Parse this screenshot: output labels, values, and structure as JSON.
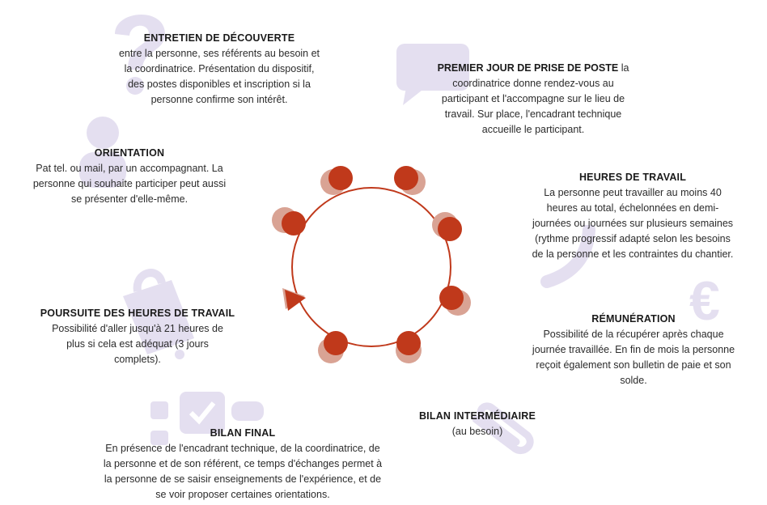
{
  "colors": {
    "accent": "#c0391b",
    "accent_shadow": "#d9a394",
    "decoration": "#e4dff0"
  },
  "steps": {
    "entretien": {
      "title": "ENTRETIEN DE DÉCOUVERTE",
      "lines": [
        "entre la personne, ses référents au besoin et",
        "la coordinatrice. Présentation du dispositif,",
        "des postes disponibles et inscription si la",
        "personne confirme son intérêt."
      ]
    },
    "premier_jour": {
      "title": "PREMIER JOUR DE PRISE DE POSTE",
      "first_line_rest": " la",
      "lines": [
        "coordinatrice donne rendez-vous au",
        "participant et l'accompagne sur le lieu de",
        "travail. Sur place, l'encadrant technique",
        "accueille le participant."
      ]
    },
    "orientation": {
      "title": "ORIENTATION",
      "lines": [
        "Pat tel. ou mail, par un accompagnant. La",
        "personne qui souhaite participer peut aussi",
        "se présenter d'elle-même."
      ]
    },
    "heures": {
      "title": "HEURES DE TRAVAIL",
      "lines": [
        "La personne peut travailler au moins 40",
        "heures au total, échelonnées en demi-",
        "journées ou journées sur plusieurs semaines",
        "(rythme progressif adapté selon les besoins",
        "de la personne et les contraintes du chantier."
      ]
    },
    "poursuite": {
      "title": "POURSUITE DES HEURES DE TRAVAIL",
      "lines": [
        "Possibilité d'aller jusqu'à 21 heures de",
        "plus si cela est adéquat (3 jours",
        "complets)."
      ]
    },
    "remuneration": {
      "title": "RÉMUNÉRATION",
      "lines": [
        "Possibilité de la récupérer après chaque",
        "journée travaillée. En fin de mois la personne",
        "reçoit également son bulletin de paie et son",
        "solde."
      ]
    },
    "bilan_intermediaire": {
      "title": "BILAN INTERMÉDIAIRE",
      "lines": [
        "(au besoin)"
      ]
    },
    "bilan_final": {
      "title": "BILAN FINAL",
      "lines": [
        "En présence de l'encadrant technique, de la coordinatrice, de",
        "la personne et de son référent, ce temps d'échanges permet à",
        "la personne de se saisir enseignements de l'expérience, et de",
        "se voir proposer certaines orientations."
      ]
    }
  },
  "decorations": {
    "euro_symbol": "€",
    "question_symbol": "?"
  }
}
